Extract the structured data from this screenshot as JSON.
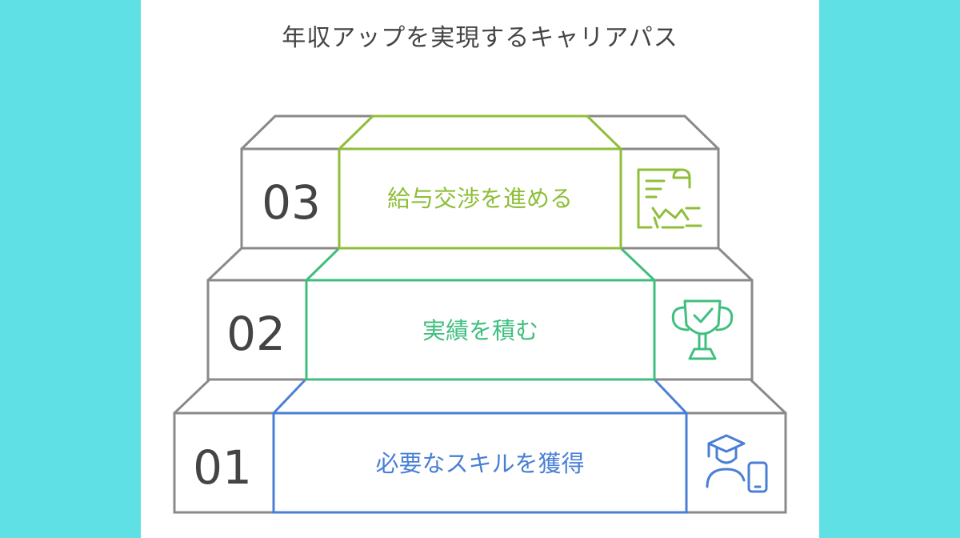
{
  "title": "年収アップを実現するキャリアパス",
  "steps": [
    {
      "number": "01",
      "label": "必要なスキルを獲得",
      "color": "#4a7fd6",
      "icon": "graduate-with-phone-icon"
    },
    {
      "number": "02",
      "label": "実績を積む",
      "color": "#3fbf7f",
      "icon": "trophy-icon"
    },
    {
      "number": "03",
      "label": "給与交渉を進める",
      "color": "#8fbe3a",
      "icon": "contract-handshake-icon"
    }
  ],
  "colors": {
    "background": "#5fe0e4",
    "panel": "#ffffff",
    "outline": "#8a8a8a",
    "number": "#444444"
  }
}
